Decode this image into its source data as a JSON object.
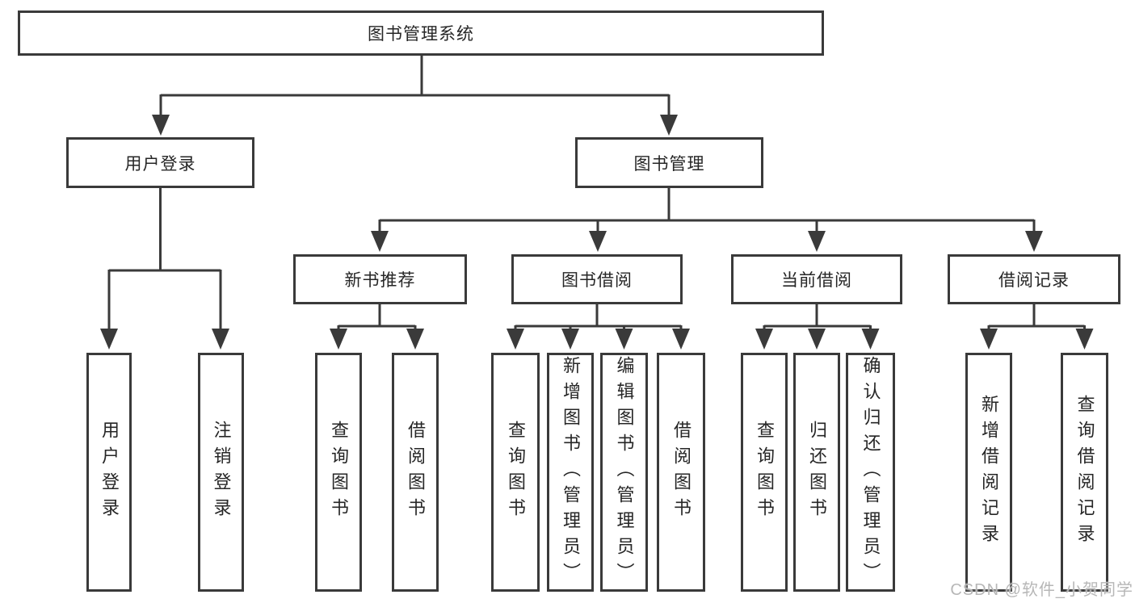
{
  "diagram": {
    "root": {
      "label": "图书管理系统"
    },
    "level2": {
      "user_login": {
        "label": "用户登录"
      },
      "book_mgmt": {
        "label": "图书管理"
      }
    },
    "level3": {
      "new_book_rec": {
        "label": "新书推荐"
      },
      "book_borrow": {
        "label": "图书借阅"
      },
      "current_borrow": {
        "label": "当前借阅"
      },
      "borrow_record": {
        "label": "借阅记录"
      }
    },
    "leaves": {
      "user_login": {
        "label": "用户登录"
      },
      "logout": {
        "label": "注销登录"
      },
      "rec_query_book": {
        "label": "查询图书"
      },
      "rec_borrow_book": {
        "label": "借阅图书"
      },
      "bb_query_book": {
        "label": "查询图书"
      },
      "bb_add_book": {
        "label": "新增图书（管理员）"
      },
      "bb_edit_book": {
        "label": "编辑图书（管理员）"
      },
      "bb_borrow_book": {
        "label": "借阅图书"
      },
      "cb_query_book": {
        "label": "查询图书"
      },
      "cb_return_book": {
        "label": "归还图书"
      },
      "cb_confirm_return": {
        "label": "确认归还（管理员）"
      },
      "br_add_record": {
        "label": "新增借阅记录"
      },
      "br_query_record": {
        "label": "查询借阅记录"
      }
    }
  },
  "watermark": {
    "text": "CSDN @软件_小贺同学"
  },
  "colors": {
    "line": "#3a3a3a",
    "box_border": "#3a3a3a",
    "text": "#262626",
    "watermark": "#b7b7b7",
    "background": "#ffffff"
  }
}
